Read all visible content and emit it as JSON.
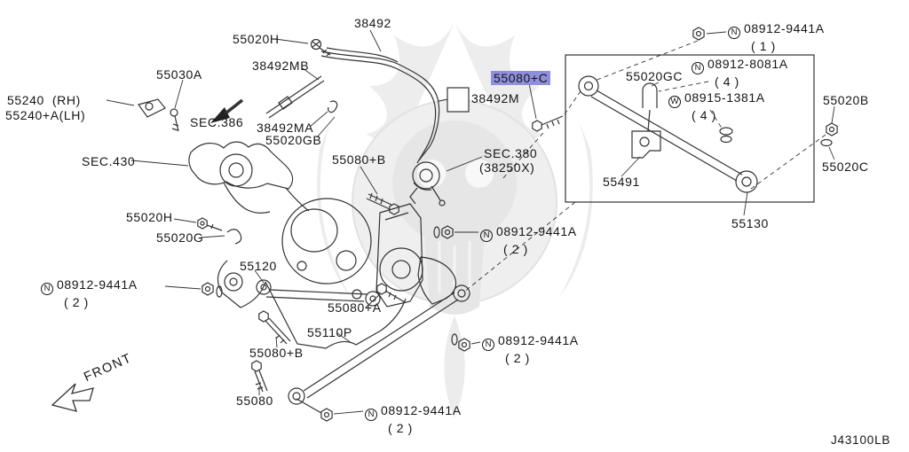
{
  "colors": {
    "highlight": "#8f8fdd",
    "line": "#333333"
  },
  "page": {
    "footer_code": "J43100LB",
    "front_label": "FRONT"
  },
  "parts": {
    "p38492": "38492",
    "p55020h_top": "55020H",
    "p38492mb": "38492MB",
    "p55030a": "55030A",
    "p55240_rh": "55240  (RH)",
    "p55240_lh": "55240+A(LH)",
    "sec386": "SEC.386",
    "p38492ma": "38492MA",
    "p55020gb": "55020GB",
    "sec430": "SEC.430",
    "p55080c": "55080+C",
    "p38492m": "38492M",
    "p55020gc": "55020GC",
    "p55020b": "55020B",
    "p55020c": "55020C",
    "p55491": "55491",
    "p55130": "55130",
    "sec380_1": "SEC.380",
    "sec380_2": "(38250X)",
    "p55080b_top": "55080+B",
    "p55020h_mid": "55020H",
    "p55020g": "55020G",
    "p55120": "55120",
    "p55080a": "55080+A",
    "p55110p": "55110P",
    "p55080b_bot": "55080+B",
    "p55080": "55080"
  },
  "fasteners": {
    "f1": {
      "letter": "N",
      "number": "08912-9441A",
      "qty": "( 1 )"
    },
    "f2": {
      "letter": "N",
      "number": "08912-8081A",
      "qty": "( 4 )"
    },
    "f3": {
      "letter": "W",
      "number": "08915-1381A",
      "qty": "( 4 )"
    },
    "f4": {
      "letter": "N",
      "number": "08912-9441A",
      "qty": "( 2 )"
    },
    "f5": {
      "letter": "N",
      "number": "08912-9441A",
      "qty": "( 2 )"
    },
    "f6": {
      "letter": "N",
      "number": "08912-9441A",
      "qty": "( 2 )"
    },
    "f7": {
      "letter": "N",
      "number": "08912-9441A",
      "qty": "( 2 )"
    }
  }
}
